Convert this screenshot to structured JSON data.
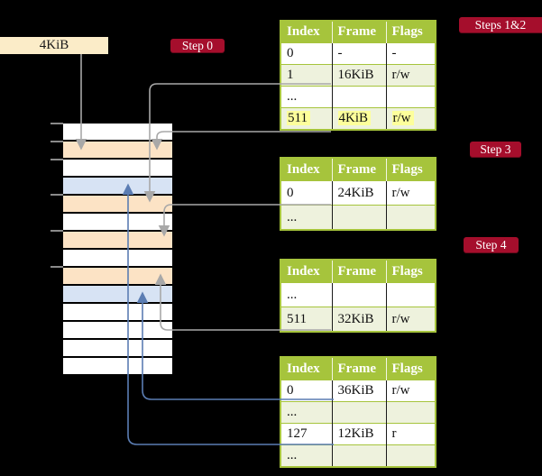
{
  "colors": {
    "table_green": "#a6c43c",
    "row_tint": "#eef2dd",
    "highlight_yellow": "#fdff9b",
    "badge_red": "#a50e2c",
    "mem_peach": "#fce3c5",
    "mem_blue": "#d7e3f4",
    "box_cream": "#fbecc8",
    "arrow_gray": "#a8a8a8",
    "arrow_blue": "#5b7db3"
  },
  "legend_box": {
    "label": "4KiB"
  },
  "badges": {
    "step0": "Step 0",
    "steps12": "Steps 1&2",
    "step3": "Step 3",
    "step4": "Step 4"
  },
  "memory": {
    "row_colors": [
      "white",
      "peach",
      "white",
      "blue",
      "peach",
      "white",
      "peach",
      "white",
      "peach",
      "blue",
      "white",
      "white",
      "white",
      "white"
    ]
  },
  "tables": [
    {
      "name": "page-table-steps-1-2",
      "headers": [
        "Index",
        "Frame",
        "Flags"
      ],
      "rows": [
        {
          "cells": [
            "0",
            "-",
            "-"
          ],
          "tint": false,
          "hl": false
        },
        {
          "cells": [
            "1",
            "16KiB",
            "r/w"
          ],
          "tint": true,
          "hl": false
        },
        {
          "cells": [
            "...",
            "",
            ""
          ],
          "tint": false,
          "hl": false
        },
        {
          "cells": [
            "511",
            "4KiB",
            "r/w"
          ],
          "tint": true,
          "hl": true
        }
      ]
    },
    {
      "name": "page-table-step-3",
      "headers": [
        "Index",
        "Frame",
        "Flags"
      ],
      "rows": [
        {
          "cells": [
            "0",
            "24KiB",
            "r/w"
          ],
          "tint": false,
          "hl": false
        },
        {
          "cells": [
            "...",
            "",
            ""
          ],
          "tint": true,
          "hl": false
        }
      ]
    },
    {
      "name": "page-table-step-4",
      "headers": [
        "Index",
        "Frame",
        "Flags"
      ],
      "rows": [
        {
          "cells": [
            "...",
            "",
            ""
          ],
          "tint": false,
          "hl": false
        },
        {
          "cells": [
            "511",
            "32KiB",
            "r/w"
          ],
          "tint": true,
          "hl": false
        }
      ]
    },
    {
      "name": "page-table-last-level",
      "headers": [
        "Index",
        "Frame",
        "Flags"
      ],
      "rows": [
        {
          "cells": [
            "0",
            "36KiB",
            "r/w"
          ],
          "tint": false,
          "hl": false
        },
        {
          "cells": [
            "...",
            "",
            ""
          ],
          "tint": true,
          "hl": false
        },
        {
          "cells": [
            "127",
            "12KiB",
            "r"
          ],
          "tint": false,
          "hl": false
        },
        {
          "cells": [
            "...",
            "",
            ""
          ],
          "tint": true,
          "hl": false
        }
      ]
    }
  ]
}
